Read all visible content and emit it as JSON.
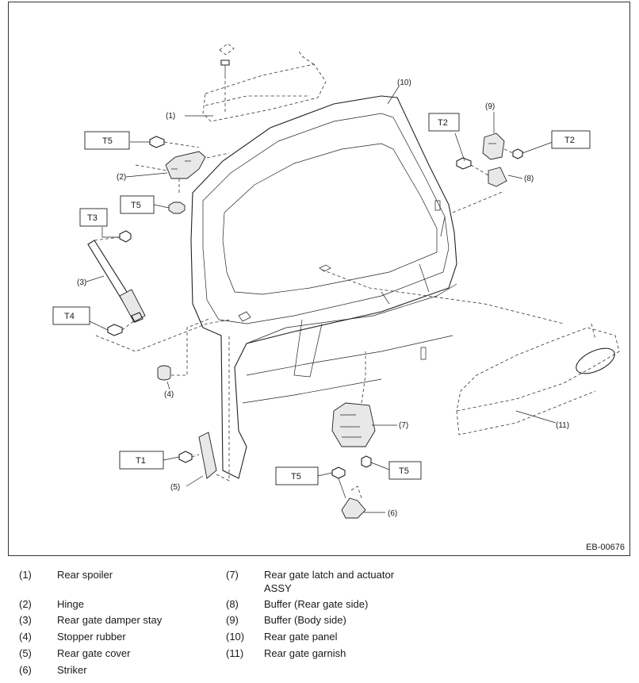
{
  "figure_code": "EB-00676",
  "callouts": {
    "c1": "(1)",
    "c2": "(2)",
    "c3": "(3)",
    "c4": "(4)",
    "c5": "(5)",
    "c6": "(6)",
    "c7": "(7)",
    "c8": "(8)",
    "c9": "(9)",
    "c10": "(10)",
    "c11": "(11)"
  },
  "torque_labels": {
    "t5a": "T5",
    "t5b": "T5",
    "t3": "T3",
    "t4": "T4",
    "t1": "T1",
    "t2a": "T2",
    "t2b": "T2",
    "t5c": "T5",
    "t5d": "T5"
  },
  "legend": [
    {
      "num": "(1)",
      "text": "Rear spoiler"
    },
    {
      "num": "(2)",
      "text": "Hinge"
    },
    {
      "num": "(3)",
      "text": "Rear gate damper stay"
    },
    {
      "num": "(4)",
      "text": "Stopper rubber"
    },
    {
      "num": "(5)",
      "text": "Rear gate cover"
    },
    {
      "num": "(6)",
      "text": "Striker"
    },
    {
      "num": "(7)",
      "text": "Rear gate latch and actuator\nASSY"
    },
    {
      "num": "(8)",
      "text": "Buffer (Rear gate side)"
    },
    {
      "num": "(9)",
      "text": "Buffer (Body side)"
    },
    {
      "num": "(10)",
      "text": "Rear gate panel"
    },
    {
      "num": "(11)",
      "text": "Rear gate garnish"
    }
  ]
}
